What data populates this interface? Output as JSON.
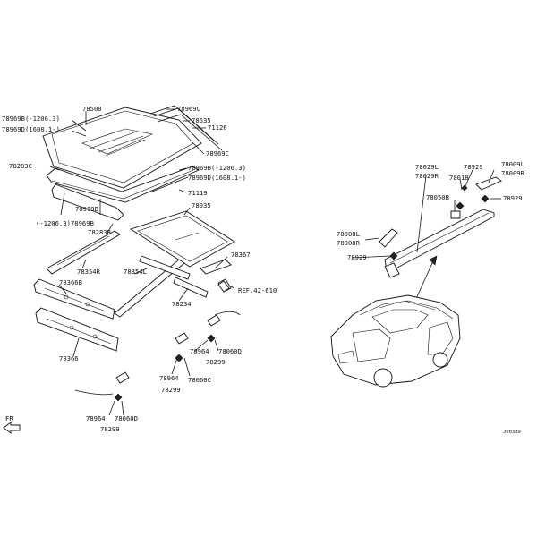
{
  "labels": {
    "l78500": "78500",
    "l78969C_top": "78969C",
    "l78635": "78635",
    "l71126": "71126",
    "l78969B_a": "78969B(-1206.3)",
    "l78969D_a": "78969D(1608.1-)",
    "l78969C_b": "78969C",
    "l78283C": "78283C",
    "l78969B_b": "78969B(-1206.3)",
    "l78969D_b": "78969D(1608.1-)",
    "l71119": "71119",
    "l78969B_c": "78969B",
    "l78969B_c_note": "(-1206.3)78969B",
    "l78035": "78035",
    "l78283B": "78283B",
    "l78367": "78367",
    "l78354R": "78354R",
    "l78354L": "78354L",
    "l78366B": "78366B",
    "l_ref": "REF.42-610",
    "l78234": "78234",
    "l78366": "78366",
    "l78964_a": "78964",
    "l78060D_a": "78060D",
    "l78299_a": "78299",
    "l78964_b": "78964",
    "l78060C": "78060C",
    "l78299_b": "78299",
    "l78964_c": "78964",
    "l78060D_c": "78060D",
    "l78299_c": "78299",
    "l_fr": "FR",
    "l78029L": "78029L",
    "l78029R": "78029R",
    "l78929_a": "78929",
    "l78018": "78018",
    "l78009L": "78009L",
    "l78009R": "78009R",
    "l78050B": "78050B",
    "l78929_b": "78929",
    "l78008L": "78008L",
    "l78008R": "78008R",
    "l78929_c": "78929",
    "l_code": "J00389"
  },
  "icons": {
    "fr_arrow": "fr-arrow-icon"
  }
}
